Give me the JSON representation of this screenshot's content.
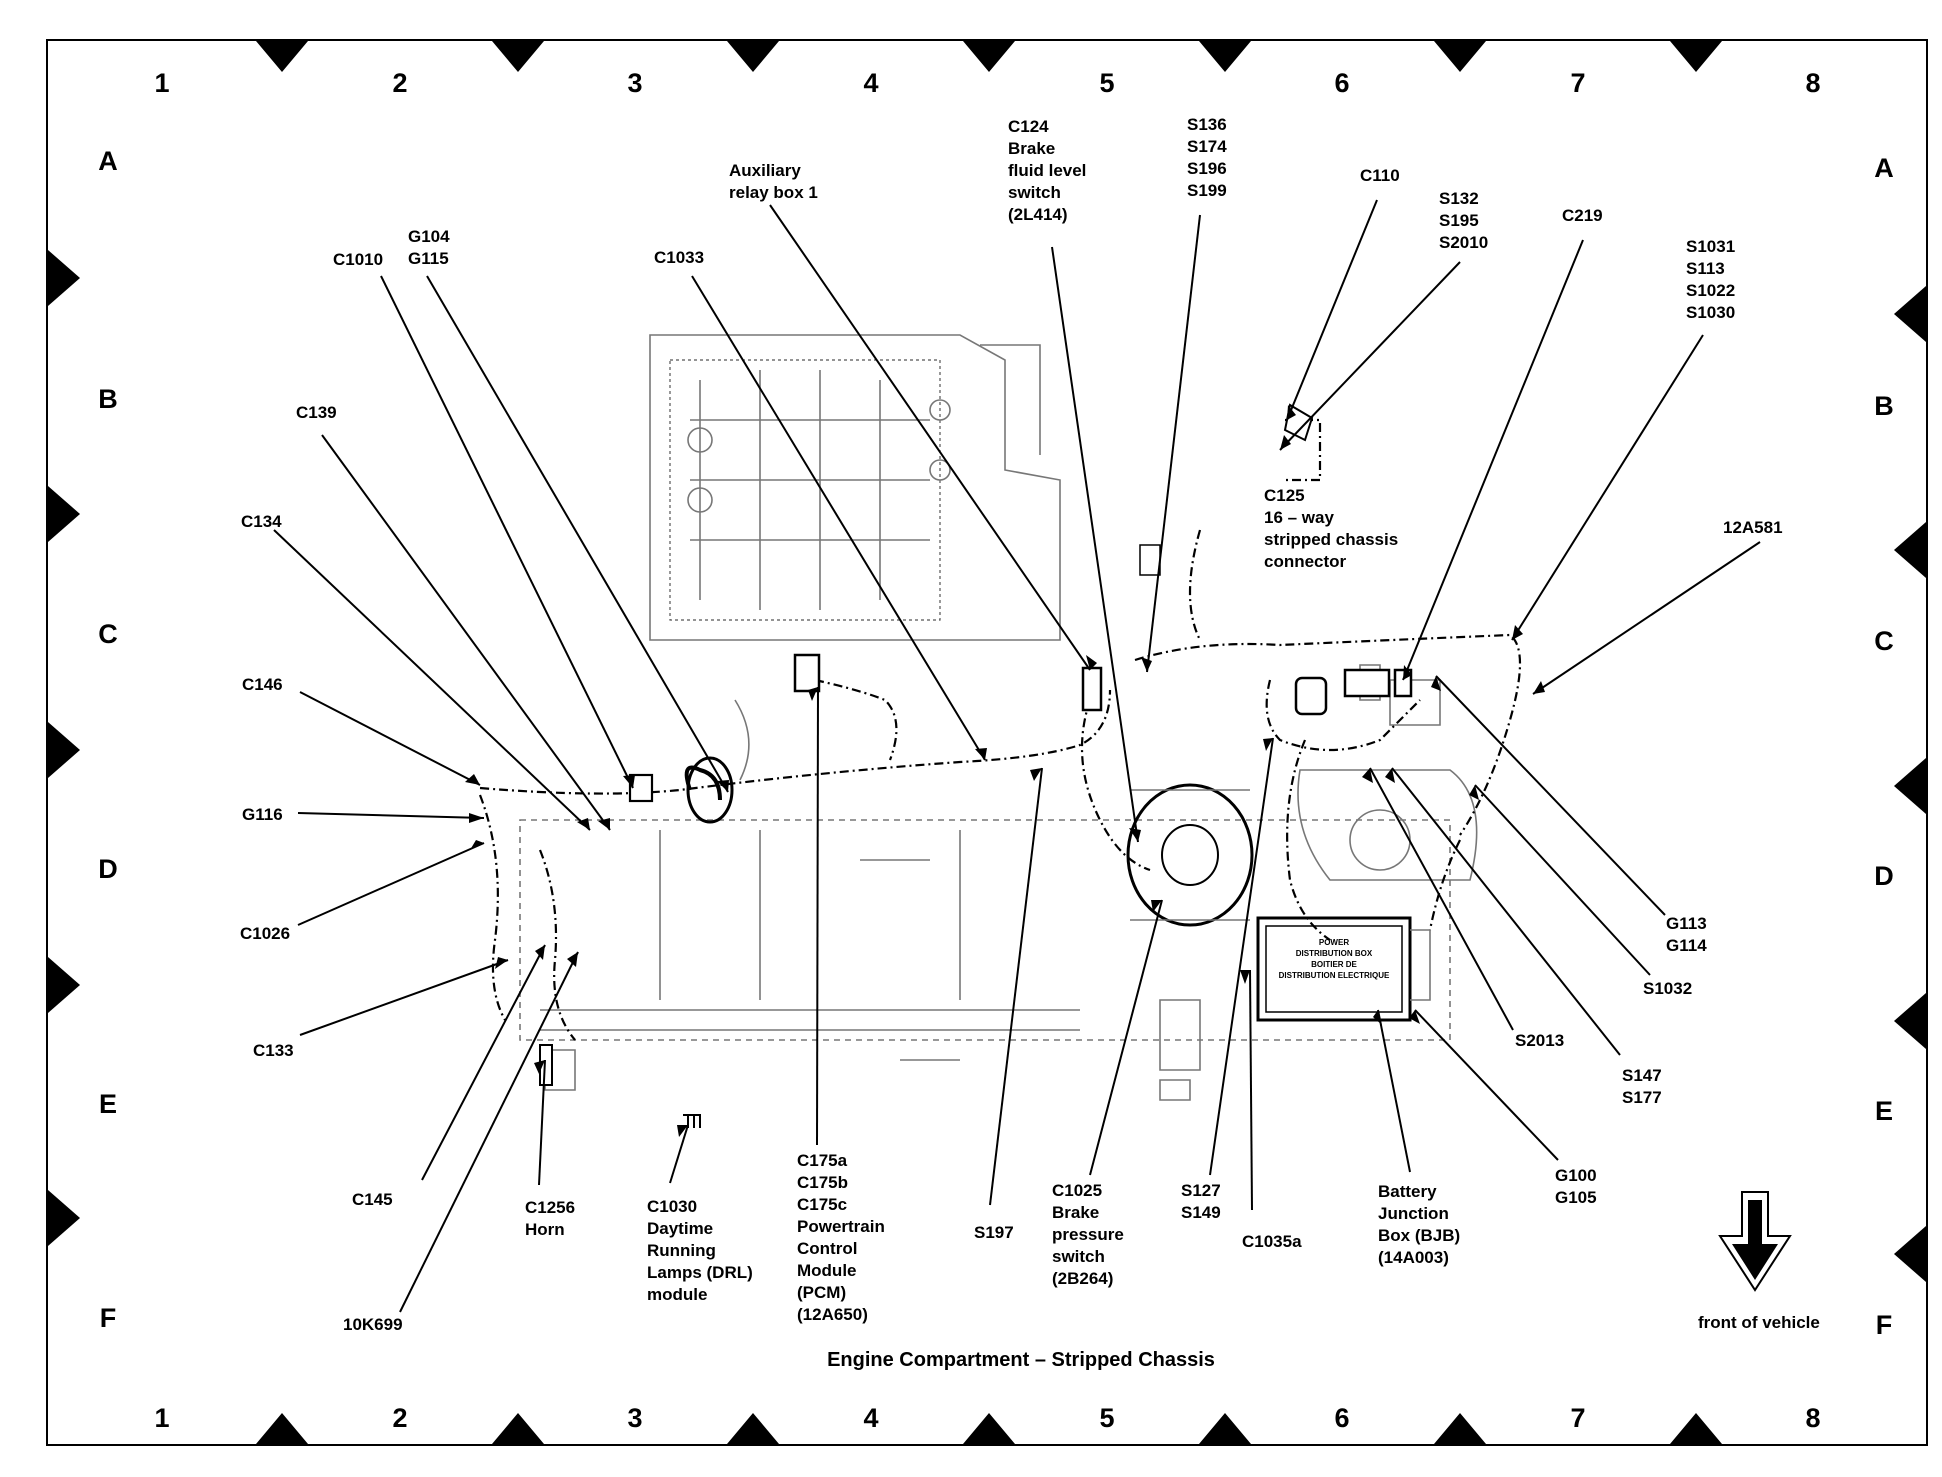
{
  "caption": "Engine Compartment – Stripped Chassis",
  "grid": {
    "columns": [
      "1",
      "2",
      "3",
      "4",
      "5",
      "6",
      "7",
      "8"
    ],
    "rows": [
      "A",
      "B",
      "C",
      "D",
      "E",
      "F"
    ]
  },
  "direction_label": "front of vehicle",
  "labels": [
    {
      "id": "c124",
      "text": "C124\nBrake\nfluid level\nswitch\n(2L414)"
    },
    {
      "id": "s136",
      "text": "S136\nS174\nS196\nS199"
    },
    {
      "id": "aux-relay",
      "text": "Auxiliary\nrelay box 1"
    },
    {
      "id": "c110",
      "text": "C110"
    },
    {
      "id": "s132",
      "text": "S132\nS195\nS2010"
    },
    {
      "id": "c219",
      "text": "C219"
    },
    {
      "id": "s1031",
      "text": "S1031\nS113\nS1022\nS1030"
    },
    {
      "id": "g104",
      "text": "G104\nG115"
    },
    {
      "id": "c1010",
      "text": "C1010"
    },
    {
      "id": "c1033",
      "text": "C1033"
    },
    {
      "id": "c139",
      "text": "C139"
    },
    {
      "id": "c125",
      "text": "C125\n16 – way\nstripped chassis\nconnector"
    },
    {
      "id": "12a581",
      "text": "12A581"
    },
    {
      "id": "c134",
      "text": "C134"
    },
    {
      "id": "c146",
      "text": "C146"
    },
    {
      "id": "g116",
      "text": "G116"
    },
    {
      "id": "c1026",
      "text": "C1026"
    },
    {
      "id": "c133",
      "text": "C133"
    },
    {
      "id": "g113",
      "text": "G113\nG114"
    },
    {
      "id": "s1032",
      "text": "S1032"
    },
    {
      "id": "s2013",
      "text": "S2013"
    },
    {
      "id": "s147",
      "text": "S147\nS177"
    },
    {
      "id": "c145",
      "text": "C145"
    },
    {
      "id": "c1256",
      "text": "C1256\nHorn"
    },
    {
      "id": "c1030",
      "text": "C1030\nDaytime\nRunning\nLamps (DRL)\nmodule"
    },
    {
      "id": "c175",
      "text": "C175a\nC175b\nC175c\nPowertrain\nControl\nModule\n(PCM)\n(12A650)"
    },
    {
      "id": "s197",
      "text": "S197"
    },
    {
      "id": "c1025",
      "text": "C1025\nBrake\npressure\nswitch\n(2B264)"
    },
    {
      "id": "s127",
      "text": "S127\nS149"
    },
    {
      "id": "c1035a",
      "text": "C1035a"
    },
    {
      "id": "bjb",
      "text": "Battery\nJunction\nBox (BJB)\n(14A003)"
    },
    {
      "id": "g100",
      "text": "G100\nG105"
    },
    {
      "id": "10k699",
      "text": "10K699"
    }
  ],
  "box_text": [
    "POWER",
    "DISTRIBUTION BOX",
    "BOITIER DE",
    "DISTRIBUTION ELECTRIQUE"
  ]
}
